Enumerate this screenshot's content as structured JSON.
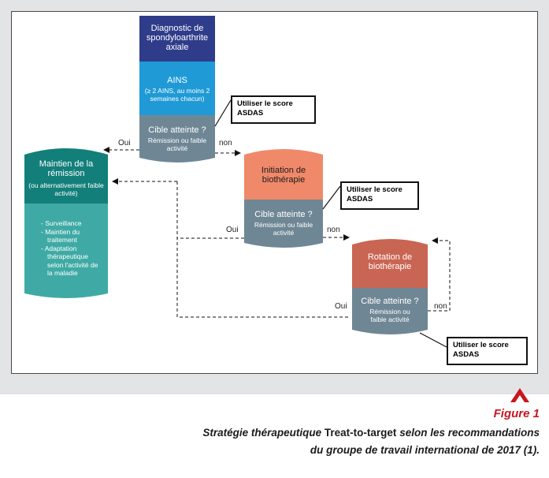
{
  "boxes": {
    "diagnostic": "Diagnostic de spondyloarthrite axiale",
    "ains_title": "AINS",
    "ains_detail": "(≥ 2 AINS, au moins 2 semaines chacun)",
    "cible1_title": "Cible atteinte ?",
    "cible1_detail": "Rémission ou faible activité",
    "maintien_title": "Maintien de la rémission",
    "maintien_detail": "(ou alternativement faible activité)",
    "maintien_items": [
      "Surveillance",
      "Maintien du traitement",
      "Adaptation thérapeutique selon l'activité de la maladie"
    ],
    "initiation": "Initiation de biothérapie",
    "cible2_title": "Cible atteinte ?",
    "cible2_detail": "Rémission ou faible activité",
    "rotation": "Rotation de biothérapie",
    "cible3_title": "Cible atteinte ?",
    "cible3_detail": "Rémission ou faible activité"
  },
  "labels": {
    "oui1": "Oui",
    "non1": "non",
    "oui2": "Oui",
    "non2": "non",
    "oui3": "Oui",
    "non3": "non"
  },
  "score_note": "Utiliser le score ASDAS",
  "caption": {
    "figure": "Figure 1",
    "line1_italic": "Stratégie thérapeutique",
    "line1_upright": "Treat-to-target",
    "line1_rest": "selon les recommandations",
    "line2": "du groupe de travail international de 2017 (1)."
  },
  "colors": {
    "navy": "#2f3c8a",
    "sky": "#1f9ad6",
    "slate": "#6f8795",
    "teal_dark": "#137f7a",
    "teal_light": "#3faaa5",
    "salmon": "#f0896a",
    "brick": "#c96553",
    "red": "#c8161d"
  }
}
